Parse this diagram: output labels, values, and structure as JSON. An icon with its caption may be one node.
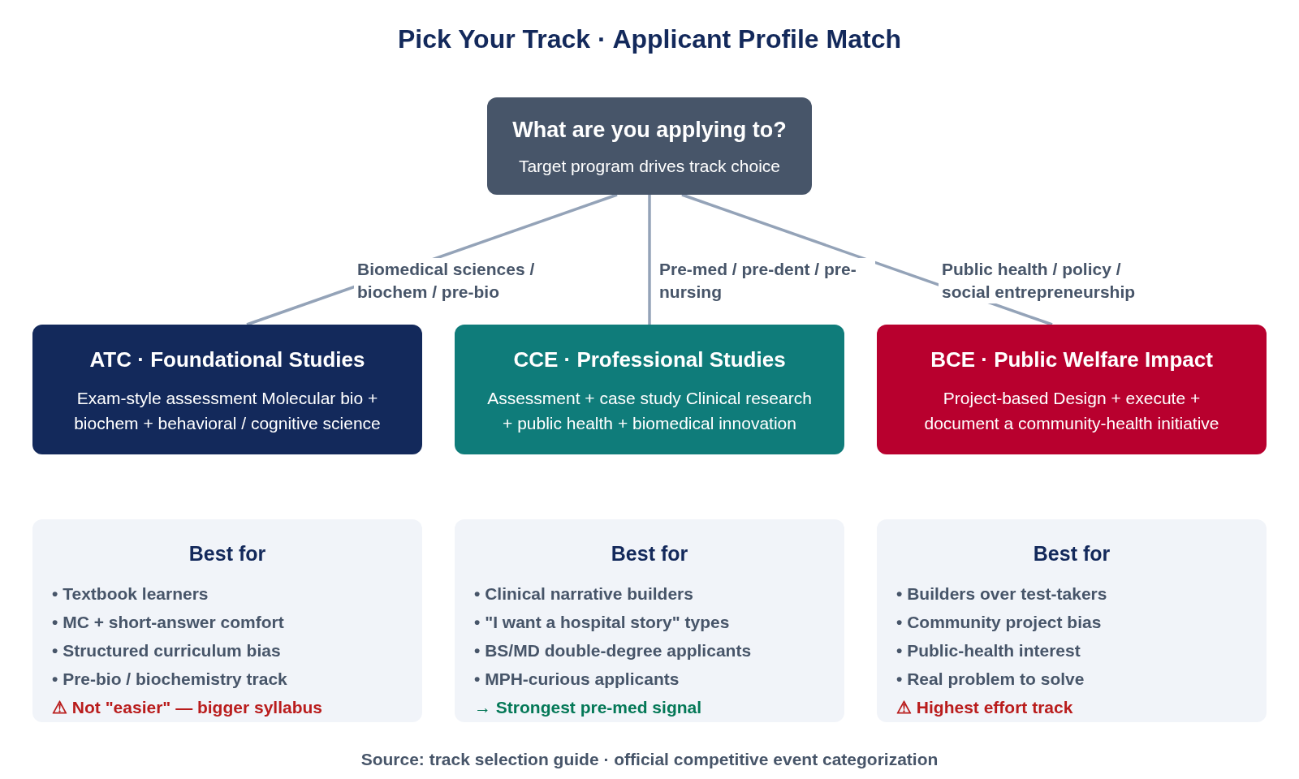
{
  "diagram": {
    "title": "Pick Your Track · Applicant Profile Match",
    "nodes": [
      {
        "text": [
          "What are you applying to?",
          "Target program drives track choice"
        ]
      },
      {
        "text": [
          "ATC · Foundational Studies",
          "Exam-style assessment Molecular bio + biochem + behavioral / cognitive science"
        ]
      },
      {
        "text": [
          "CCE · Professional Studies",
          "Assessment + case study Clinical research + public health + biomedical innovation"
        ]
      },
      {
        "text": [
          "BCE · Public Welfare Impact",
          "Project-based Design + execute + document a community-health initiative"
        ]
      },
      {
        "text": [
          "Best for",
          "• Textbook learners",
          "• MC + short-answer comfort",
          "• Structured curriculum bias",
          "• Pre-bio / biochemistry track",
          "⚠ Not \"easier\" — bigger syllabus"
        ]
      },
      {
        "text": [
          "Best for",
          "• Clinical narrative builders",
          "• \"I want a hospital story\" types",
          "• BS/MD double-degree applicants",
          "• MPH-curious applicants",
          "→ Strongest pre-med signal"
        ]
      },
      {
        "text": [
          "Best for",
          "• Builders over test-takers",
          "• Community project bias",
          "• Public-health interest",
          "• Real problem to solve",
          "⚠ Highest effort track"
        ]
      }
    ],
    "edges": [
      {
        "from": 0,
        "to": 1,
        "arrow": "none",
        "label": "Biomedical sciences / biochem / pre-bio"
      },
      {
        "from": 0,
        "to": 2,
        "arrow": "none",
        "label": "Pre-med / pre-dent / pre-nursing"
      },
      {
        "from": 0,
        "to": 3,
        "arrow": "none",
        "label": "Public health / policy / social entrepreneurship"
      }
    ],
    "labels": [
      "Source: track selection guide · official competitive event categorization"
    ]
  }
}
